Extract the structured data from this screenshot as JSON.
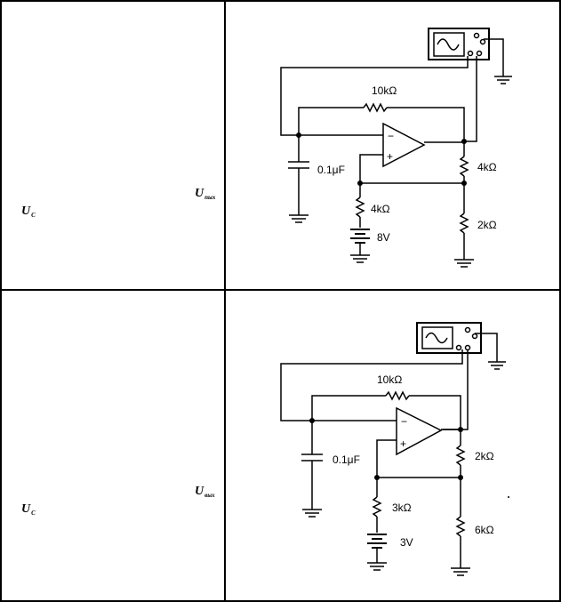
{
  "rows": [
    {
      "uout_main": "U",
      "uout_sub": "пых",
      "uc_main": "U",
      "uc_sub": "C",
      "circuit": {
        "r_feedback": "10kΩ",
        "c_label": "0.1μF",
        "r_input": "4kΩ",
        "source": "8V",
        "r_divider_top": "4kΩ",
        "r_divider_bottom": "2kΩ",
        "opamp_minus": "−",
        "opamp_plus": "+"
      }
    },
    {
      "uout_main": "U",
      "uout_sub": "вых",
      "uc_main": "U",
      "uc_sub": "C",
      "circuit": {
        "r_feedback": "10kΩ",
        "c_label": "0.1μF",
        "r_input": "3kΩ",
        "source": "3V",
        "r_divider_top": "2kΩ",
        "r_divider_bottom": "6kΩ",
        "opamp_minus": "−",
        "opamp_plus": "+"
      }
    }
  ]
}
